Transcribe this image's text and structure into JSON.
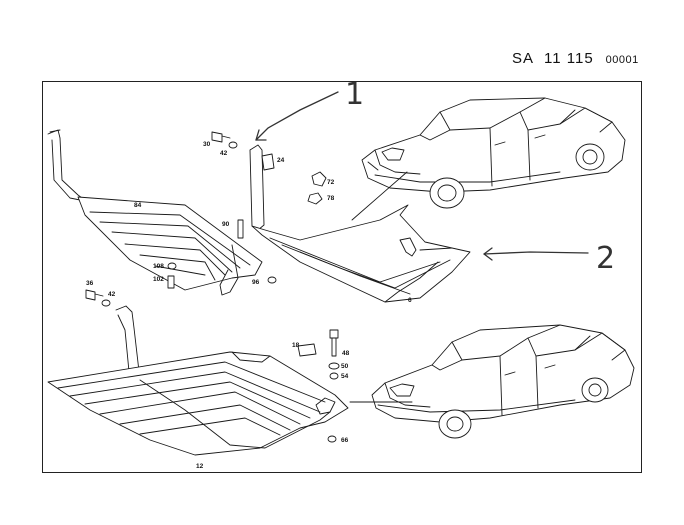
{
  "header": {
    "prefix": "SA",
    "number": "11 115",
    "suffix": "00001"
  },
  "annotations": {
    "mark_1": "1",
    "mark_2": "2"
  },
  "parts": {
    "p30": "30",
    "p42a": "42",
    "p24": "24",
    "p72": "72",
    "p78": "78",
    "p84": "84",
    "p90": "90",
    "p108": "108",
    "p102": "102",
    "p96": "96",
    "p6": "6",
    "p36": "36",
    "p42b": "42",
    "p18": "18",
    "p48": "48",
    "p50": "50",
    "p54": "54",
    "p66": "66",
    "p12": "12"
  }
}
